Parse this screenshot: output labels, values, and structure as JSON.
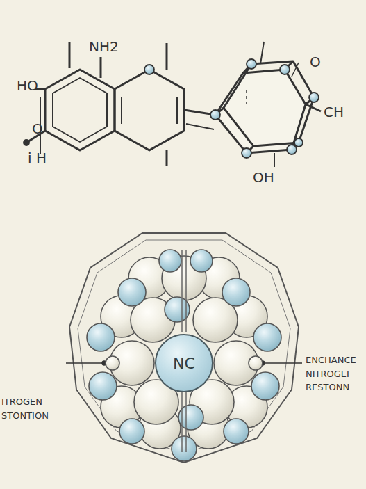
{
  "diagram": {
    "nodes": [
      {
        "text": [
          "NC"
        ]
      }
    ],
    "labels": [
      "NH2",
      "O",
      "HO",
      "CH",
      "O",
      "i H",
      "OH",
      "ITROGEN STONTION",
      "ENCHANCE NITROGEF RESTONN"
    ]
  }
}
